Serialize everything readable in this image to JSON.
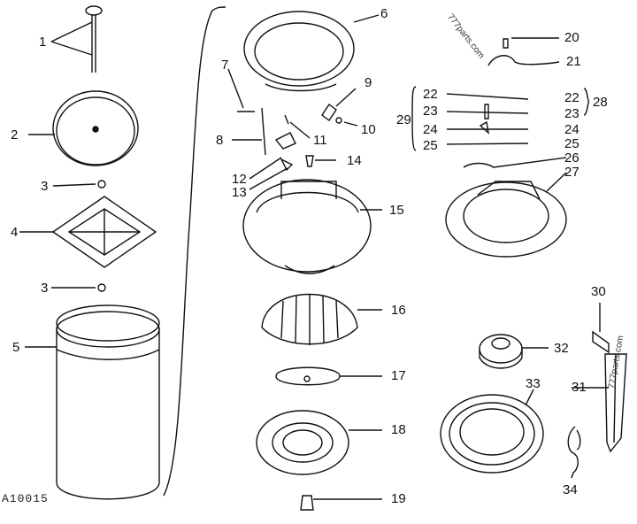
{
  "figure_id": "A10015",
  "watermark": "777parts.com",
  "watermark_2": "777parts.com",
  "labels": {
    "p1": "1",
    "p2": "2",
    "p3a": "3",
    "p3b": "3",
    "p4": "4",
    "p5": "5",
    "p6": "6",
    "p7": "7",
    "p8": "8",
    "p9": "9",
    "p10": "10",
    "p11": "11",
    "p12": "12",
    "p13": "13",
    "p14": "14",
    "p15": "15",
    "p16": "16",
    "p17": "17",
    "p18": "18",
    "p19": "19",
    "p20": "20",
    "p21": "21",
    "p22a": "22",
    "p22b": "22",
    "p23a": "23",
    "p23b": "23",
    "p24a": "24",
    "p24b": "24",
    "p25a": "25",
    "p25b": "25",
    "p26": "26",
    "p27": "27",
    "p28": "28",
    "p29": "29",
    "p30": "30",
    "p31": "31",
    "p32": "32",
    "p33": "33",
    "p34": "34"
  }
}
